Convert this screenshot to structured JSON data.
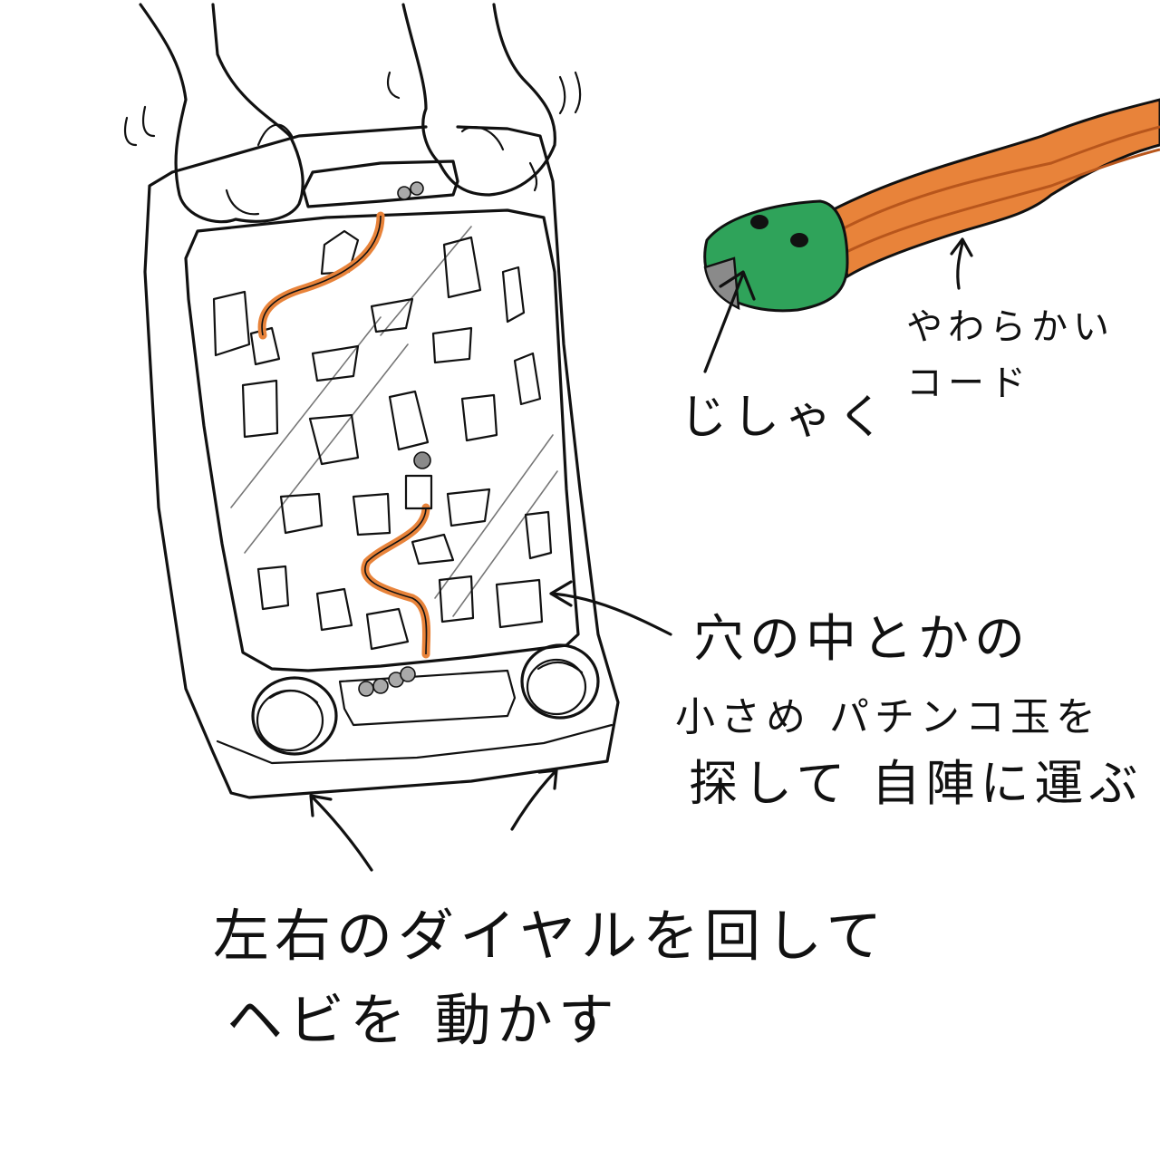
{
  "labels": {
    "magnet": "じしゃく",
    "soft_cord": "やわらかい\nコード",
    "search_line1": "穴の中とかの",
    "search_line2": "小さめ パチンコ玉を",
    "search_line3": "探して 自陣に運ぶ",
    "dial_line1": "左右のダイヤルを回して",
    "dial_line2": "ヘビを 動かす"
  },
  "colors": {
    "ink": "#111111",
    "snake_head": "#2fa35a",
    "cord_orange": "#e8833a",
    "cord_dark": "#b8561c",
    "magnet_gray": "#8a8a8a",
    "marble_gray": "#a9a9a9"
  },
  "icons": [
    "hand-left",
    "hand-right",
    "snake-head-icon",
    "magnet-icon",
    "dial-left-icon",
    "dial-right-icon",
    "arrow-icon"
  ]
}
